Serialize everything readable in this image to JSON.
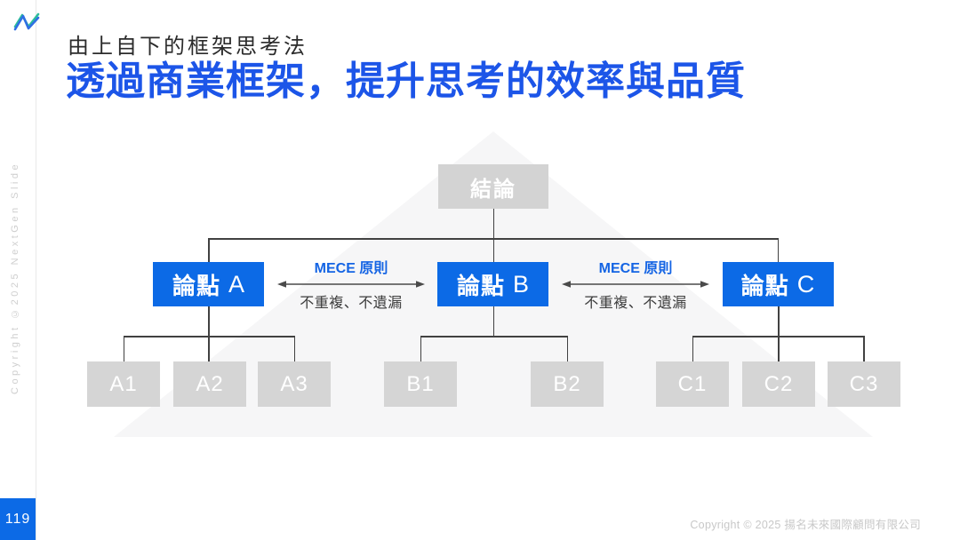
{
  "slide": {
    "kicker": "由上自下的框架思考法",
    "title": "透過商業框架，提升思考的效率與品質",
    "page_number": "119",
    "footer_copyright": "Copyright © 2025 揚名未來國際顧問有限公司",
    "side_copyright": "Copyright ©2025 NextGen Slide"
  },
  "colors": {
    "brand_blue": "#0c6ae6",
    "title_blue": "#1c55e8",
    "mece_blue": "#1464e4",
    "box_gray": "#d3d3d3",
    "triangle_gray": "#f6f6f7",
    "connector_dark": "#414141",
    "muted_gray": "#c8c8c8",
    "logo_teal": "#2bbd9b"
  },
  "diagram": {
    "root": {
      "label": "結論"
    },
    "mece": {
      "label": "MECE 原則",
      "sublabel": "不重複、不遺漏"
    },
    "points": [
      {
        "label": "論點",
        "letter": "A",
        "children": [
          "A1",
          "A2",
          "A3"
        ]
      },
      {
        "label": "論點",
        "letter": "B",
        "children": [
          "B1",
          "B2"
        ]
      },
      {
        "label": "論點",
        "letter": "C",
        "children": [
          "C1",
          "C2",
          "C3"
        ]
      }
    ]
  }
}
